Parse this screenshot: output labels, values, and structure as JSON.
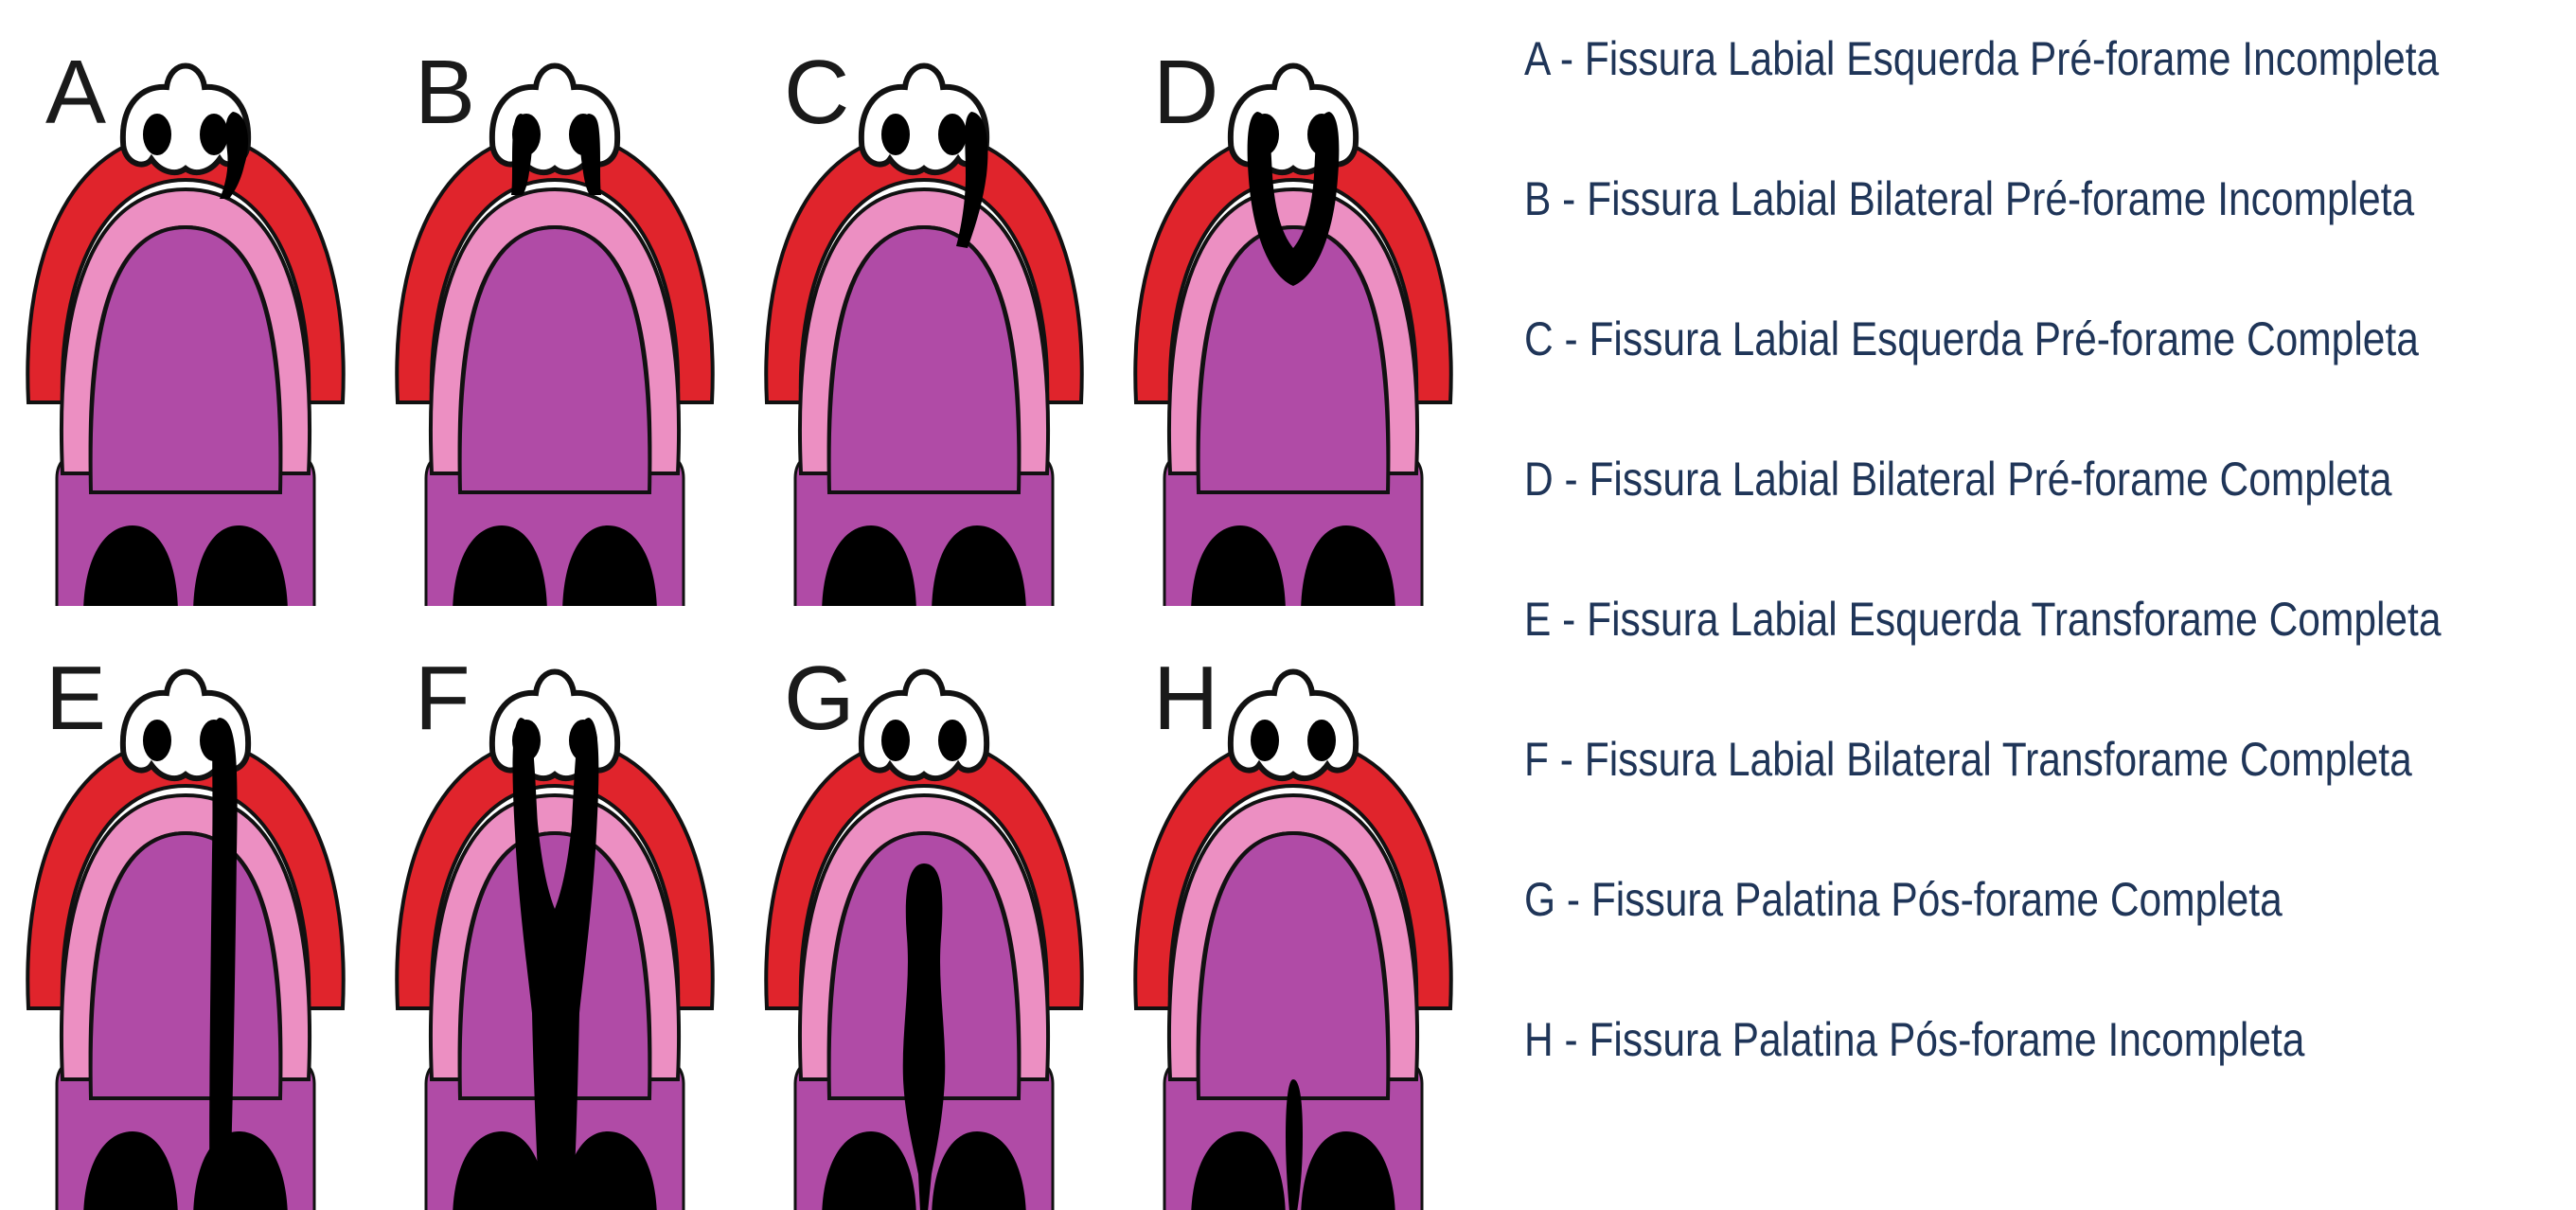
{
  "panels": [
    {
      "letter": "A",
      "cleft": "lip-left-incomplete"
    },
    {
      "letter": "B",
      "cleft": "lip-bilateral-incomplete"
    },
    {
      "letter": "C",
      "cleft": "lip-left-complete"
    },
    {
      "letter": "D",
      "cleft": "lip-bilateral-complete"
    },
    {
      "letter": "E",
      "cleft": "trans-left"
    },
    {
      "letter": "F",
      "cleft": "trans-bilateral"
    },
    {
      "letter": "G",
      "cleft": "palate-complete"
    },
    {
      "letter": "H",
      "cleft": "palate-incomplete"
    }
  ],
  "legend": [
    {
      "key": "A",
      "sep": " - ",
      "text": "Fissura Labial Esquerda Pré-forame Incompleta"
    },
    {
      "key": "B",
      "sep": " - ",
      "text": "Fissura Labial Bilateral Pré-forame Incompleta"
    },
    {
      "key": "C",
      "sep": " - ",
      "text": "Fissura Labial Esquerda Pré-forame Completa"
    },
    {
      "key": "D",
      "sep": " - ",
      "text": "Fissura Labial Bilateral Pré-forame Completa"
    },
    {
      "key": "E",
      "sep": " - ",
      "text": "Fissura Labial Esquerda Transforame Completa"
    },
    {
      "key": "F",
      "sep": " - ",
      "text": "Fissura Labial Bilateral Transforame Completa"
    },
    {
      "key": "G",
      "sep": " - ",
      "text": "Fissura Palatina Pós-forame Completa"
    },
    {
      "key": "H",
      "sep": " - ",
      "text": "Fissura Palatina Pós-forame Incompleta"
    }
  ],
  "colors": {
    "outer_gum": "#e0242c",
    "inner_gum": "#ec8fc2",
    "palate": "#b04ba6",
    "cleft": "#000000",
    "outline": "#111111",
    "nose": "#ffffff",
    "legend_text": "#1f3558",
    "background": "#ffffff"
  }
}
